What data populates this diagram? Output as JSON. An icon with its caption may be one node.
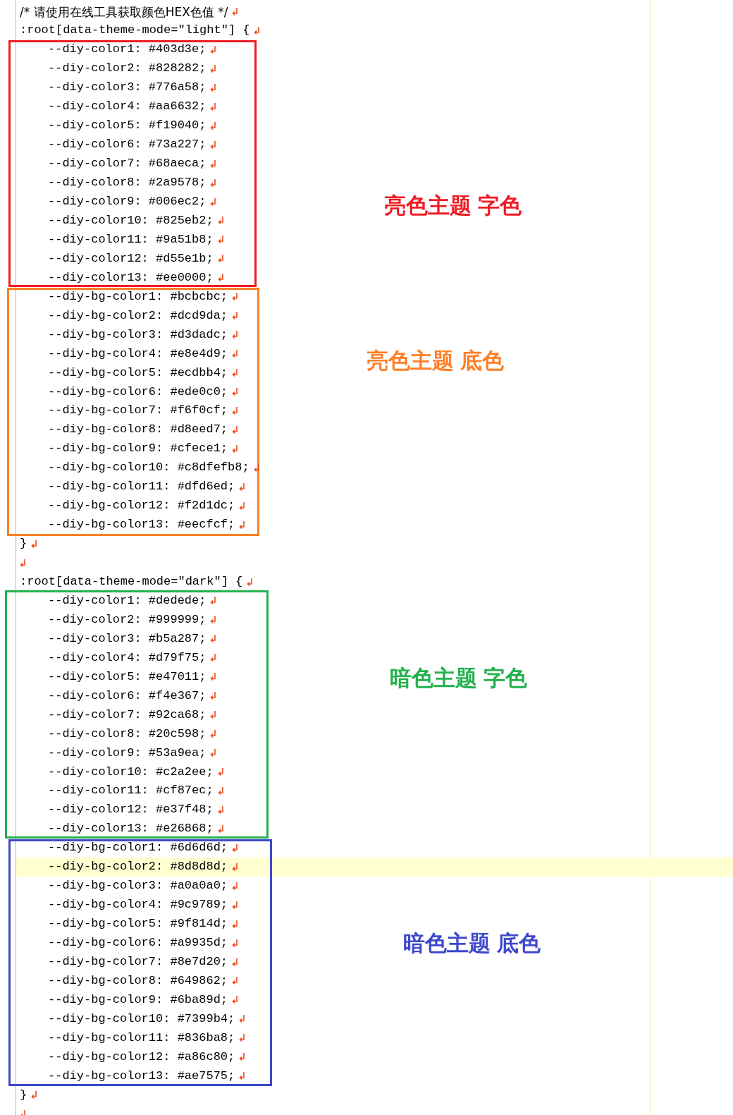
{
  "diagram": {
    "nodes": [
      {
        "text": [
          "--diy-color1: #403d3e;",
          "--diy-color2: #828282;",
          "--diy-color3: #776a58;",
          "--diy-color4: #aa6632;",
          "--diy-color5: #f19040;",
          "--diy-color6: #73a227;",
          "--diy-color7: #68aeca;",
          "--diy-color8: #2a9578;",
          "--diy-color9: #006ec2;",
          "--diy-color10: #825eb2;",
          "--diy-color11: #9a51b8;",
          "--diy-color12: #d55e1b;",
          "--diy-color13: #ee0000;"
        ]
      },
      {
        "text": [
          "--diy-bg-color1: #bcbcbc;",
          "--diy-bg-color2: #dcd9da;",
          "--diy-bg-color3: #d3dadc;",
          "--diy-bg-color4: #e8e4d9;",
          "--diy-bg-color5: #ecdbb4;",
          "--diy-bg-color6: #ede0c0;",
          "--diy-bg-color7: #f6f0cf;",
          "--diy-bg-color8: #d8eed7;",
          "--diy-bg-color9: #cfece1;",
          "--diy-bg-color10: #c8dfefb8;",
          "--diy-bg-color11: #dfd6ed;",
          "--diy-bg-color12: #f2d1dc;",
          "--diy-bg-color13: #eecfcf;"
        ]
      },
      {
        "text": [
          "--diy-color1: #dedede;",
          "--diy-color2: #999999;",
          "--diy-color3: #b5a287;",
          "--diy-color4: #d79f75;",
          "--diy-color5: #e47011;",
          "--diy-color6: #f4e367;",
          "--diy-color7: #92ca68;",
          "--diy-color8: #20c598;",
          "--diy-color9: #53a9ea;",
          "--diy-color10: #c2a2ee;",
          "--diy-color11: #cf87ec;",
          "--diy-color12: #e37f48;",
          "--diy-color13: #e26868;"
        ]
      },
      {
        "text": [
          "--diy-bg-color1: #6d6d6d;",
          "--diy-bg-color2: #8d8d8d;",
          "--diy-bg-color3: #a0a0a0;",
          "--diy-bg-color4: #9c9789;",
          "--diy-bg-color5: #9f814d;",
          "--diy-bg-color6: #a9935d;",
          "--diy-bg-color7: #8e7d20;",
          "--diy-bg-color8: #649862;",
          "--diy-bg-color9: #6ba89d;",
          "--diy-bg-color10: #7399b4;",
          "--diy-bg-color11: #836ba8;",
          "--diy-bg-color12: #a86c80;",
          "--diy-bg-color13: #ae7575;"
        ]
      }
    ],
    "edges": [],
    "labels": [
      "/* 请使用在线工具获取颜色HEX色值 */",
      ":root[data-theme-mode=\"light\"] {",
      "亮色主题 字色",
      "亮色主题 底色",
      "}",
      ":root[data-theme-mode=\"dark\"] {",
      "暗色主题 字色",
      "暗色主题 底色",
      "}"
    ]
  }
}
